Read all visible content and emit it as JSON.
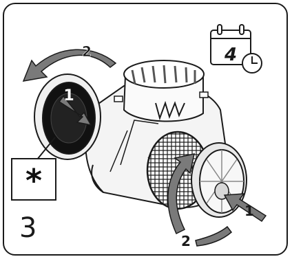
{
  "step": {
    "number": "3"
  },
  "note_box": {
    "symbol": "*"
  },
  "calendar": {
    "value": "4"
  },
  "callouts": {
    "left_arrow_1": "1",
    "left_arrow_2": "2",
    "right_arrow_1": "1",
    "right_arrow_2": "2"
  },
  "colors": {
    "outline": "#1a1a1a",
    "arrow_fill": "#7a7a7a",
    "filter_dark": "#111111",
    "filter_light": "#dcdcdc",
    "housing": "#f2f2f2"
  },
  "icons": [
    "calendar-clock-icon",
    "asterisk-icon",
    "rotate-arrow-icon",
    "push-arrow-icon"
  ]
}
